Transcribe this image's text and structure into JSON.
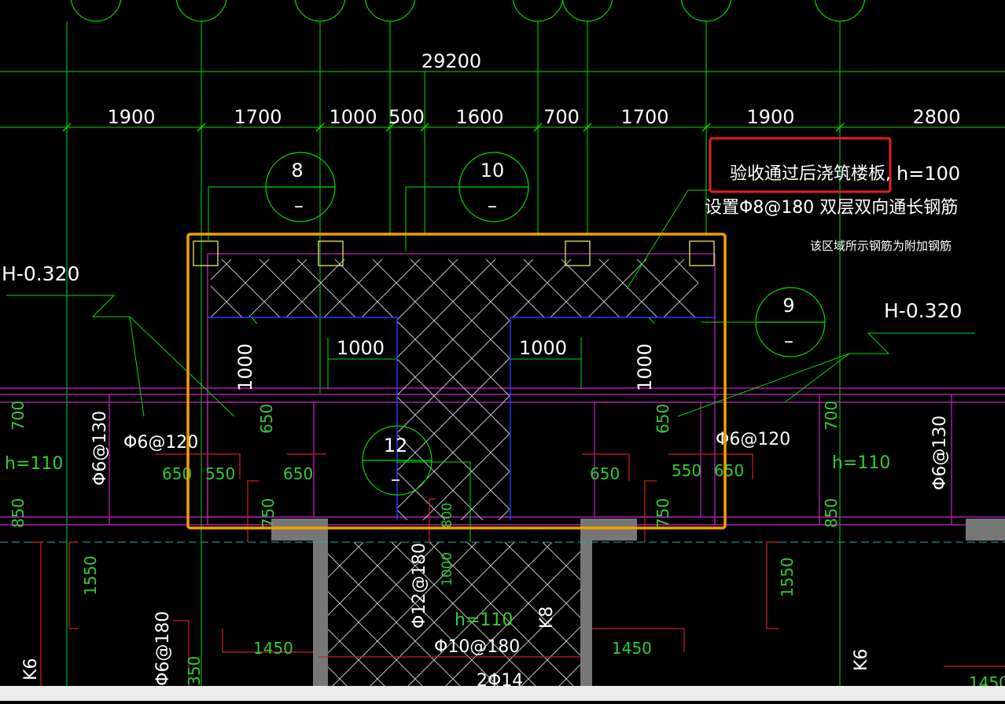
{
  "total_dimension": "29200",
  "dimensions_top": [
    "1900",
    "1700",
    "1000",
    "500",
    "1600",
    "700",
    "1700",
    "1900",
    "2800"
  ],
  "axis_bubbles": [
    {
      "label": "8",
      "sub": "–"
    },
    {
      "label": "10",
      "sub": "–"
    },
    {
      "label": "9",
      "sub": "–"
    },
    {
      "label": "12",
      "sub": "–"
    }
  ],
  "annotation": {
    "line1_cn": "验收通过后浇筑楼板,",
    "line1_h": "h=100",
    "line2": "设置Φ8@180 双层双向通长钢筋",
    "line3": "该区域所示钢筋为附加钢筋"
  },
  "elevations": {
    "left": "H-0.320",
    "right": "H-0.320"
  },
  "inner_dims": {
    "d1000_left_v": "1000",
    "d1000_left_h": "1000",
    "d1000_right_h": "1000",
    "d1000_right_v": "1000",
    "d650_a": "650",
    "d650_b": "650",
    "d650_c": "650",
    "d550_a": "550",
    "d650_d": "650",
    "d650_e": "650",
    "d550_b": "550",
    "d650_f": "650",
    "d750_a": "750",
    "d750_b": "750",
    "d800": "800",
    "d1000_c": "1000"
  },
  "rebar": {
    "phi6_120_left": "Φ6@120",
    "phi6_120_right": "Φ6@120",
    "phi6_130_left": "Φ6@130",
    "phi6_130_right": "Φ6@130",
    "phi6_180": "Φ6@180",
    "phi12_180": "Φ12@180",
    "phi10_180": "Φ10@180",
    "two_phi14": "2Φ14"
  },
  "slabs": {
    "h110_left": "h=110",
    "h110_right": "h=110",
    "h110_center": "h=110"
  },
  "side_dims": {
    "d700_left": "700",
    "d850_left": "850",
    "d1550_left": "1550",
    "d700_right": "700",
    "d850_right": "850",
    "d1550_right": "1550",
    "d1450_left": "1450",
    "d1450_right": "1450",
    "d350": "350",
    "d1450_far": "1450"
  },
  "beams": {
    "k6_left": "K6",
    "k6_right": "K6",
    "k8": "K8"
  },
  "colors": {
    "background": "#000000",
    "axis_lines": "#00e000",
    "dimension_text": "#ffffff",
    "rebar_text": "#33cc33",
    "beam_outline": "#cc22cc",
    "highlight_box": "#f0a000",
    "callout_box": "#e52020",
    "wall_fill": "#777777",
    "blue_lines": "#2040ff",
    "leader_red": "#d02020"
  }
}
